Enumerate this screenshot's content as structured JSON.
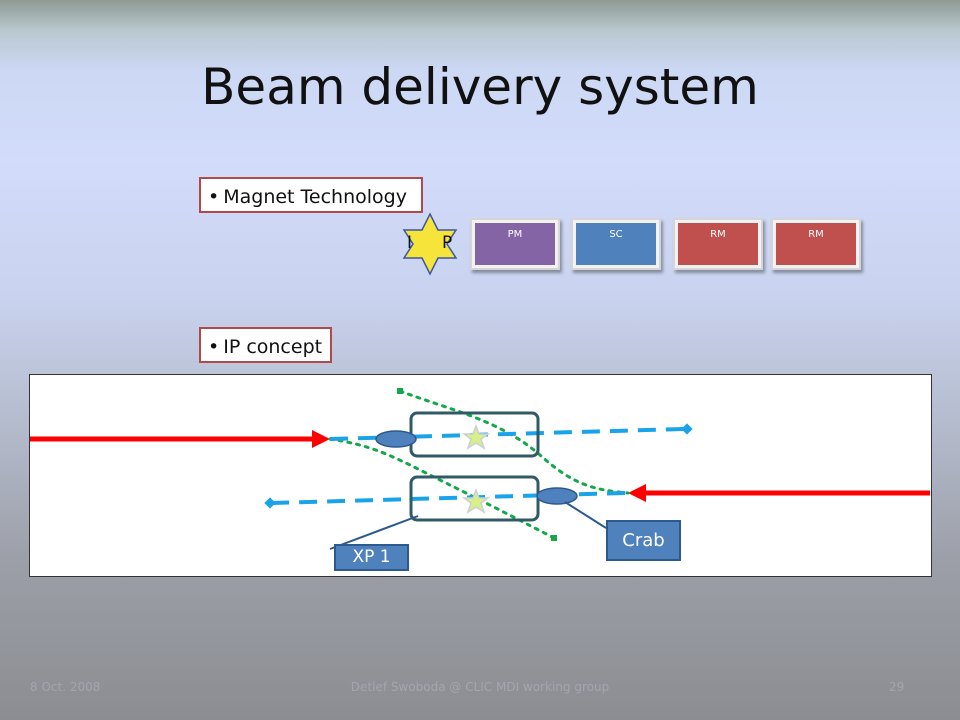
{
  "slide": {
    "title": "Beam delivery system"
  },
  "bullets": {
    "magnet_technology": "Magnet Technology",
    "ip_concept": "IP concept",
    "bullet_char": "•"
  },
  "ip_marker": {
    "letter_1": "I",
    "letter_2": "P",
    "color": "#f7e43b"
  },
  "magnets": [
    {
      "label": "PM",
      "color": "#8464a4"
    },
    {
      "label": "SC",
      "color": "#4f81bd"
    },
    {
      "label": "RM",
      "color": "#c0504d"
    },
    {
      "label": "RM",
      "color": "#c0504d"
    }
  ],
  "diagram": {
    "crab_label": "Crab",
    "xp_label": "XP 1",
    "beam_color": "#ff0000",
    "dashed_color": "#1aa3e8",
    "dotted_color": "#13a84a",
    "box_color": "#2f5b66",
    "lens_color": "#4f81bd",
    "star_color": "#d9f08a"
  },
  "footer": {
    "date": "8 Oct. 2008",
    "center": "Detlef Swoboda @ CLIC MDI working group",
    "page": "29"
  }
}
